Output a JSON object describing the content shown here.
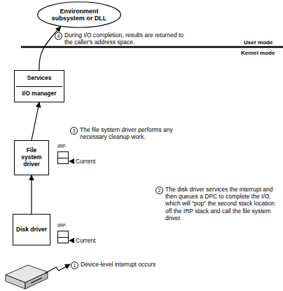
{
  "diagram": {
    "nodes": [
      {
        "text": [
          "Environment subsystem or DLL"
        ]
      },
      {
        "text": [
          "Services",
          "I/O manager"
        ]
      },
      {
        "text": [
          "File system driver"
        ]
      },
      {
        "text": [
          "IRP"
        ]
      },
      {
        "text": [
          "Disk driver"
        ]
      },
      {
        "text": [
          "IRP"
        ]
      }
    ],
    "edges": [
      {
        "from": 4,
        "to": 2,
        "arrow": "to"
      },
      {
        "from": 2,
        "to": 1,
        "arrow": "to"
      },
      {
        "from": 1,
        "to": 0,
        "arrow": "to"
      }
    ],
    "labels": [
      "User mode",
      "Kernel mode",
      "4",
      "During I/O completion, results are returned to the caller's address space.",
      "3",
      "The file system driver performs any necessary cleanup work.",
      "Current",
      "2",
      "The disk driver services the interrupt and then queues a DPC to complete the I/O, which will “pop” the second stack location off the IRP stack and call the file system driver.",
      "Current",
      "1",
      "Device-level interrupt occurs"
    ]
  }
}
